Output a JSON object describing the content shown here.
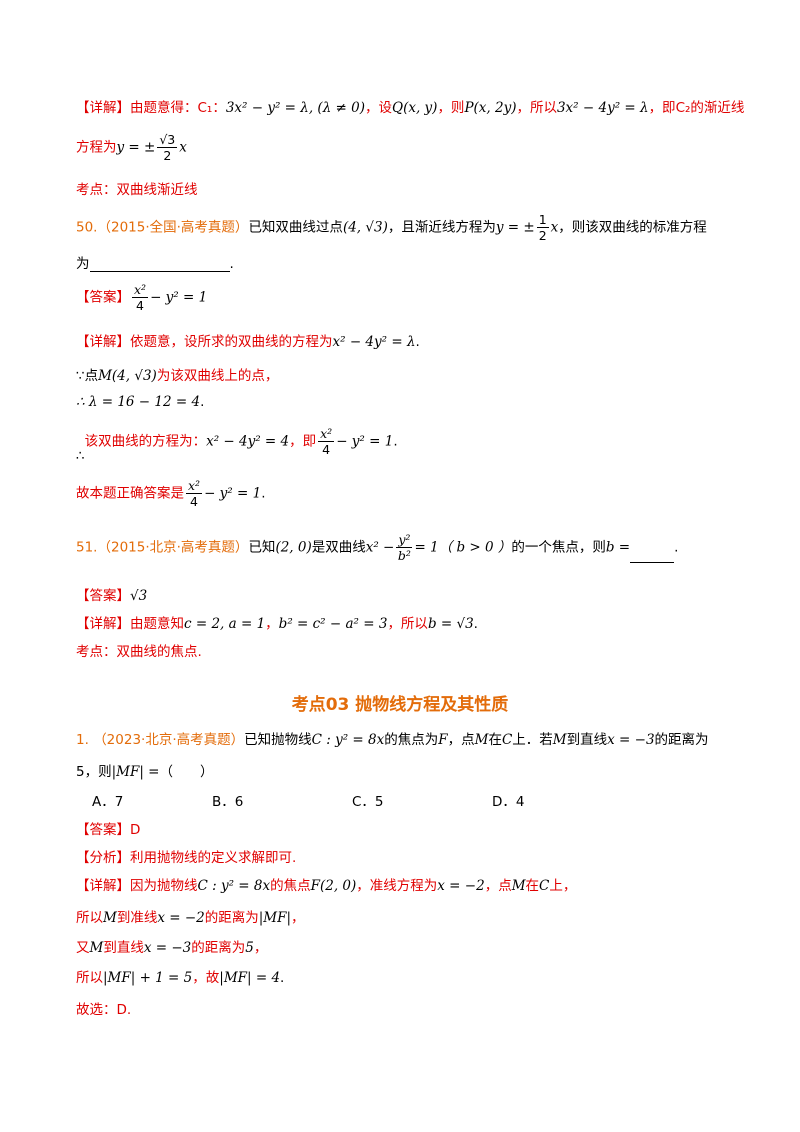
{
  "block49": {
    "detail_tag": "【详解】",
    "line1_text": "由题意得：",
    "line1_c1": "C₁：",
    "line1_math1": "3x² − y² = λ, (λ ≠ 0)",
    "line1_sep1": "，设",
    "line1_math2": "Q(x, y)",
    "line1_sep2": "，则",
    "line1_math3": "P(x, 2y)",
    "line1_sep3": "，所以",
    "line1_math4": "3x² − 4y² = λ",
    "line1_sep4": "，即",
    "line1_c2": "C₂",
    "line1_tail": "的渐近线",
    "line2_text": "方程为",
    "line2_math_pre": "y = ±",
    "line2_frac_num": "√3",
    "line2_frac_den": "2",
    "line2_math_post": "x",
    "kaodian": "考点：双曲线渐近线"
  },
  "q50": {
    "number": "50.",
    "source": "（2015·全国·高考真题）",
    "text1": "已知双曲线过点",
    "point": "(4, √3)",
    "text2": "，且渐近线方程为",
    "asym_pre": "y = ±",
    "asym_num": "1",
    "asym_den": "2",
    "asym_post": "x",
    "text3": "，则该双曲线的标准方程",
    "text4": "为",
    "text4_end": ".",
    "answer_tag": "【答案】",
    "answer_num": "x²",
    "answer_den": "4",
    "answer_post": "− y² = 1",
    "detail_tag": "【详解】",
    "d1_text": "依题意，设所求的双曲线的方程为",
    "d1_math": "x² − 4y² = λ",
    "d1_end": ".",
    "d2_pre": "∵点",
    "d2_math": "M(4, √3)",
    "d2_text": "为该双曲线上的点，",
    "d3_math": "∴ λ = 16 − 12 = 4",
    "d3_end": ".",
    "d4_sym": "∴",
    "d4_text": "该双曲线的方程为：",
    "d4_math": "x² − 4y² = 4",
    "d4_text2": "，即",
    "d4_num": "x²",
    "d4_den": "4",
    "d4_post": "− y² = 1",
    "d4_end": ".",
    "d5_text": "故本题正确答案是",
    "d5_num": "x²",
    "d5_den": "4",
    "d5_post": "− y² = 1",
    "d5_end": "."
  },
  "q51": {
    "number": "51.",
    "source": "（2015·北京·高考真题）",
    "text1": "已知",
    "point": "(2, 0)",
    "text2": "是双曲线",
    "eq_pre": "x² −",
    "eq_num": "y²",
    "eq_den": "b²",
    "eq_post": "= 1",
    "cond": "（ b > 0 ）",
    "text3": "的一个焦点，则",
    "b_eq": "b =",
    "end": ".",
    "answer_tag": "【答案】",
    "answer": "√3",
    "detail_tag": "【详解】",
    "d_text1": "由题意知",
    "d_math1": "c = 2, a = 1",
    "d_sep": "，",
    "d_math2": "b² = c² − a² = 3",
    "d_text2": "，所以",
    "d_math3": "b = √3",
    "d_end": ".",
    "kaodian": "考点：双曲线的焦点."
  },
  "section_heading": "考点03  抛物线方程及其性质",
  "p1": {
    "number": "1.",
    "source": "（2023·北京·高考真题）",
    "text1": "已知抛物线",
    "eq": "C : y² = 8x",
    "text2": "的焦点为",
    "F": "F",
    "text3": "，点",
    "M": "M",
    "text4": "在",
    "C": "C",
    "text5": "上．若",
    "M2": "M",
    "text6": "到直线",
    "line_eq": "x = −3",
    "text7": "的距离为",
    "line2_a": "5，则",
    "mf": "|MF| =",
    "paren": "（　　）",
    "options": [
      {
        "label": "A．7"
      },
      {
        "label": "B．6"
      },
      {
        "label": "C．5"
      },
      {
        "label": "D．4"
      }
    ],
    "answer_tag": "【答案】",
    "answer": "D",
    "analysis_tag": "【分析】",
    "analysis": "利用抛物线的定义求解即可.",
    "detail_tag": "【详解】",
    "d1_text1": "因为抛物线",
    "d1_math1": "C : y² = 8x",
    "d1_text2": "的焦点",
    "d1_math2": "F(2, 0)",
    "d1_text3": "，准线方程为",
    "d1_math3": "x = −2",
    "d1_text4": "，点",
    "d1_M": "M",
    "d1_text5": "在",
    "d1_C": "C",
    "d1_text6": "上，",
    "d2_text1": "所以",
    "d2_M": "M",
    "d2_text2": "到准线",
    "d2_math": "x = −2",
    "d2_text3": "的距离为",
    "d2_mf": "|MF|",
    "d2_end": "，",
    "d3_text1": "又",
    "d3_M": "M",
    "d3_text2": "到直线",
    "d3_math": "x = −3",
    "d3_text3": "的距离为",
    "d3_num": "5",
    "d3_end": "，",
    "d4_text1": "所以",
    "d4_math1": "|MF| + 1 = 5",
    "d4_text2": "，故",
    "d4_math2": "|MF| = 4",
    "d4_end": ".",
    "final": "故选：D."
  }
}
